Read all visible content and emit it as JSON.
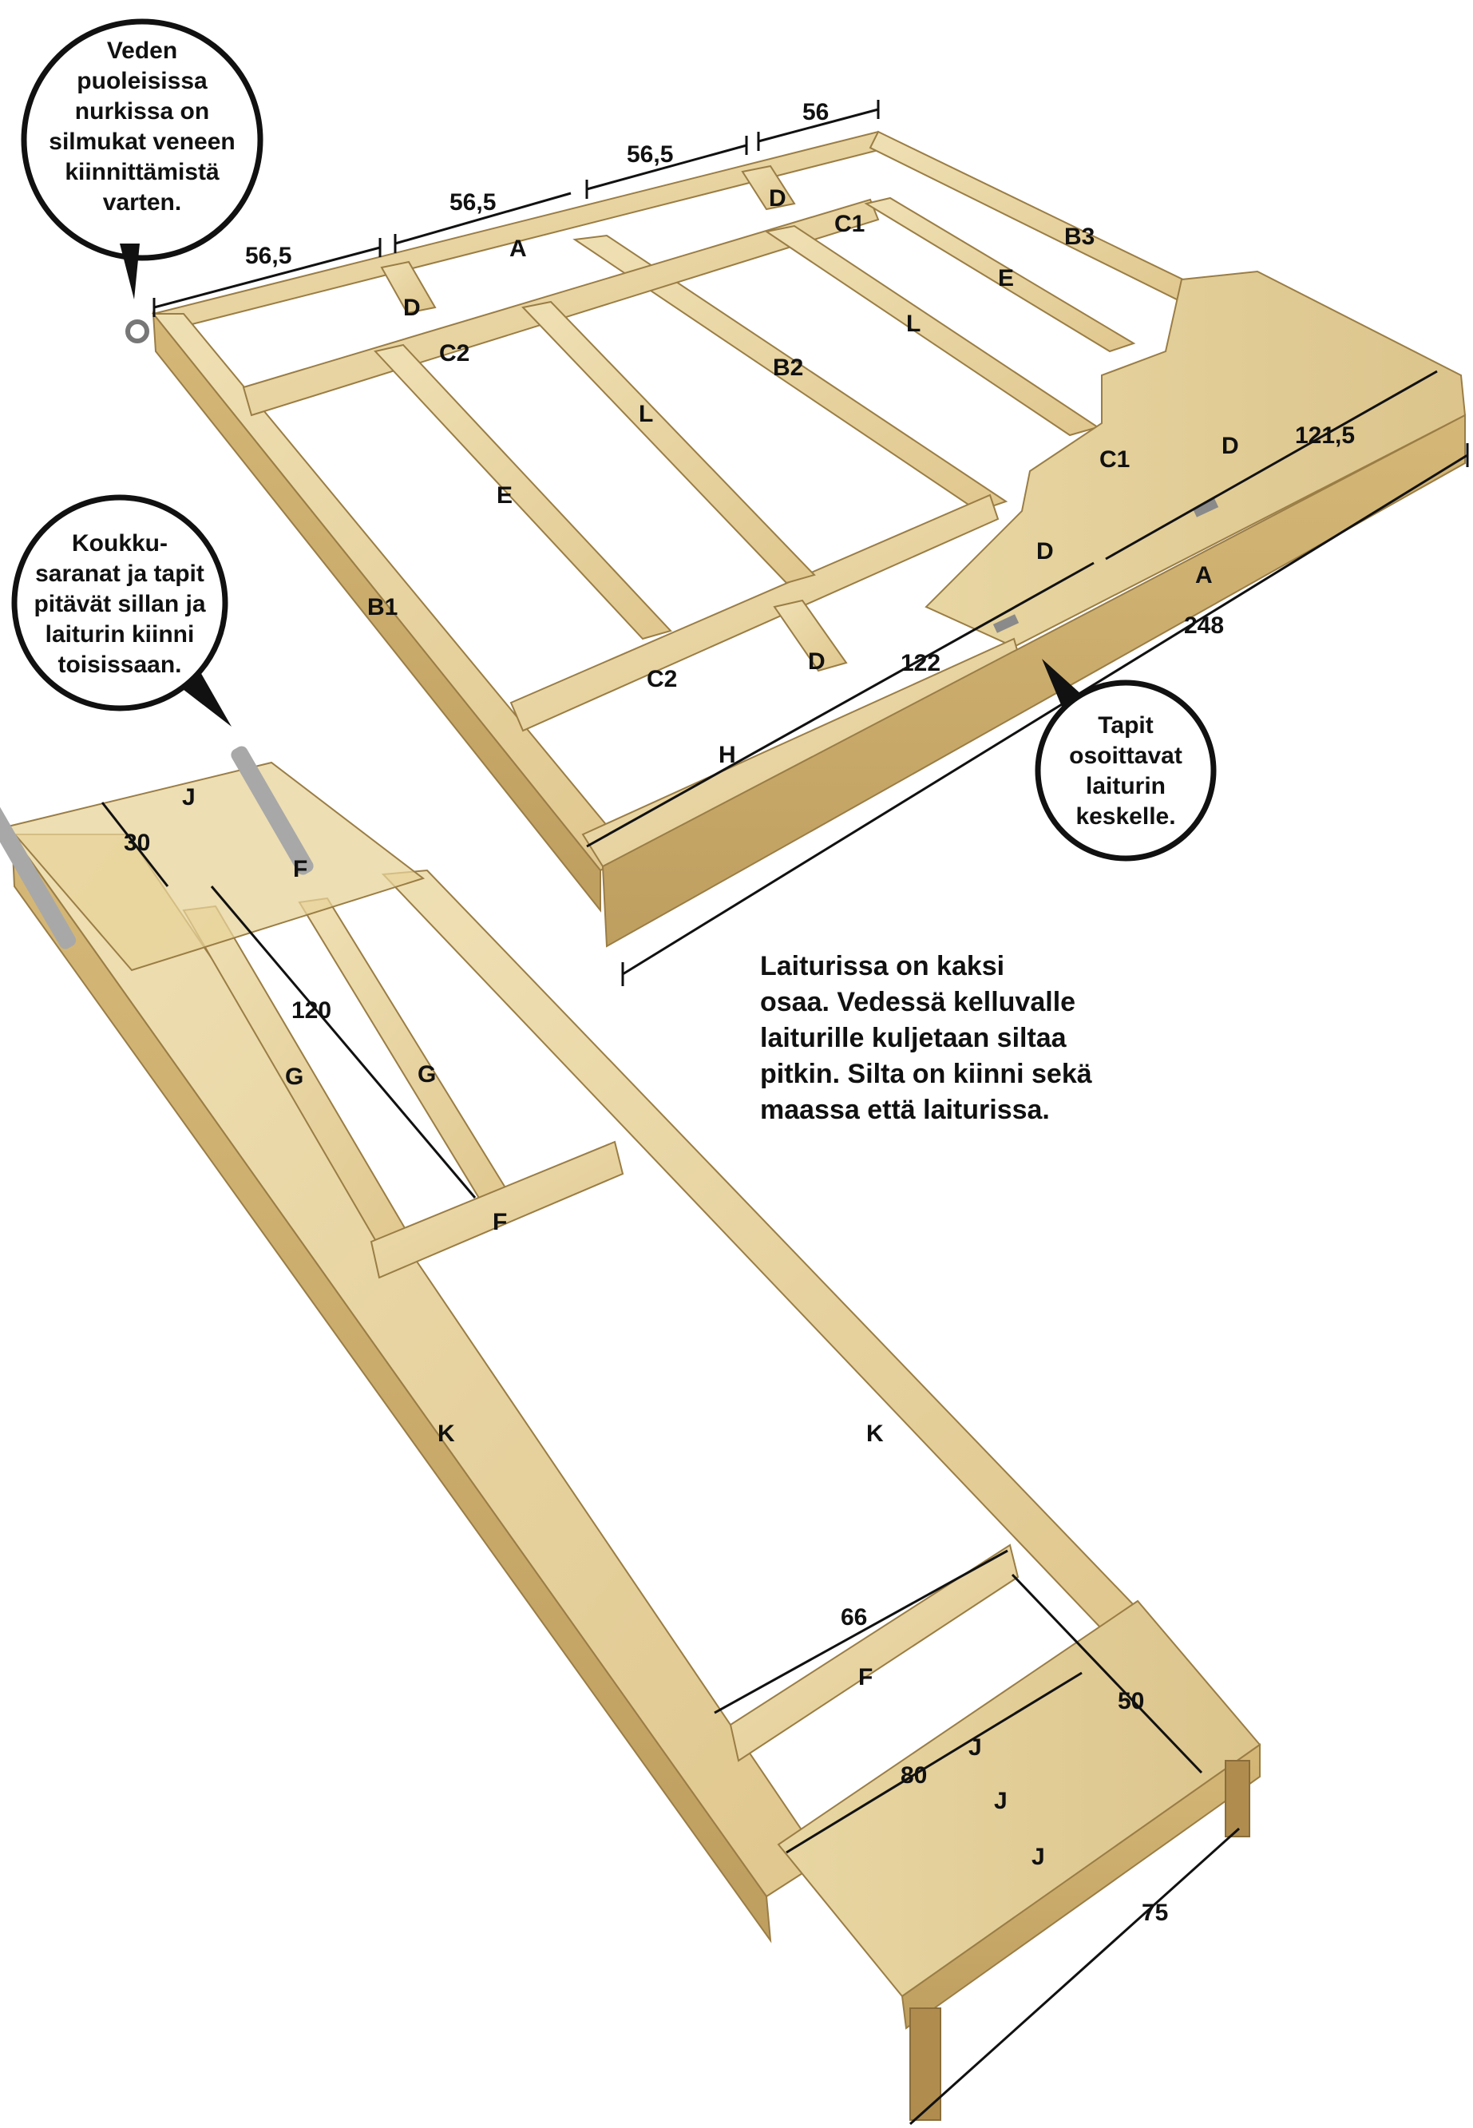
{
  "colors": {
    "wood_light": "#e9d7a4",
    "wood_mid": "#d9bf80",
    "wood_dark": "#b89858",
    "wood_edge": "#8f7440",
    "ink": "#111111"
  },
  "bubbles": {
    "boat_rings": [
      "Veden",
      "puoleisissa",
      "nurkissa on",
      "silmukat veneen",
      "kiinnittämistä",
      "varten."
    ],
    "hinges": [
      "Koukku-",
      "saranat ja tapit",
      "pitävät sillan ja",
      "laiturin kiinni",
      "toisissaan."
    ],
    "pins": [
      "Tapit",
      "osoittavat",
      "laiturin",
      "keskelle."
    ]
  },
  "caption": [
    "Laiturissa on kaksi",
    "osaa. Vedessä kelluvalle",
    "laiturille kuljetaan siltaa",
    "pitkin. Silta on kiinni sekä",
    "maassa että laiturissa."
  ],
  "dimensions": {
    "top_1": "56,5",
    "top_2": "56,5",
    "top_3": "56,5",
    "top_4": "56",
    "deck_width": "121,5",
    "center": "122",
    "dock_length": "248",
    "bridge_small_deck": "30",
    "bridge_inner": "120",
    "bridge_f": "66",
    "bridge_deck": "80",
    "bridge_end": "50",
    "bridge_width": "75"
  },
  "parts": {
    "dock": {
      "a_top": "A",
      "a_front": "A",
      "b1": "B1",
      "b2": "B2",
      "b3": "B3",
      "c1_back": "C1",
      "c1_deck": "C1",
      "c2_left": "C2",
      "c2_front": "C2",
      "d_back": "D",
      "d_left": "D",
      "d_front": "D",
      "d_deck1": "D",
      "d_deck2": "D",
      "e_left": "E",
      "e_right": "E",
      "l_left": "L",
      "l_right": "L",
      "h": "H"
    },
    "bridge": {
      "j_top": "J",
      "f_top": "F",
      "g_left": "G",
      "g_right": "G",
      "f_mid": "F",
      "k_left": "K",
      "k_right": "K",
      "f_low": "F",
      "j1": "J",
      "j2": "J",
      "j3": "J"
    }
  }
}
